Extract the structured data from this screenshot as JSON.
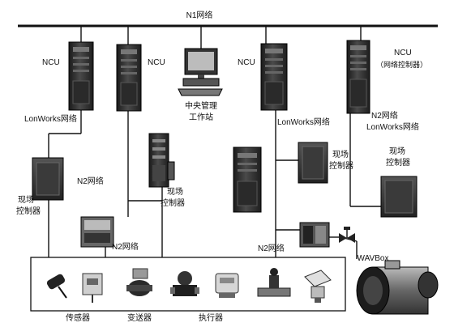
{
  "network": {
    "n1_label": "N1网络"
  },
  "ncu": {
    "left_a": "NCU",
    "left_b": "NCU",
    "right_a": "NCU",
    "right_b_line1": "NCU",
    "right_b_line2": "（网络控制器）"
  },
  "workstation": {
    "line1": "中央管理",
    "line2": "工作站"
  },
  "lonworks": {
    "left": "LonWorks网络",
    "center": "LonWorks网络",
    "right_line1": "N2网络",
    "right_line2": "LonWorks网络"
  },
  "n2": {
    "left": "N2网络",
    "bottom_left": "N2网络",
    "bottom_right": "N2网络"
  },
  "field_controllers": {
    "left_line1": "现场",
    "left_line2": "控制器",
    "center_line1": "现场",
    "center_line2": "控制器",
    "mid_right_line1": "现场",
    "mid_right_line2": "控制器",
    "far_right_line1": "现场",
    "far_right_line2": "控制器"
  },
  "devices": {
    "sensor": "传感器",
    "transmitter": "变送器",
    "actuator": "执行器",
    "wavbox": "WAVBox"
  }
}
